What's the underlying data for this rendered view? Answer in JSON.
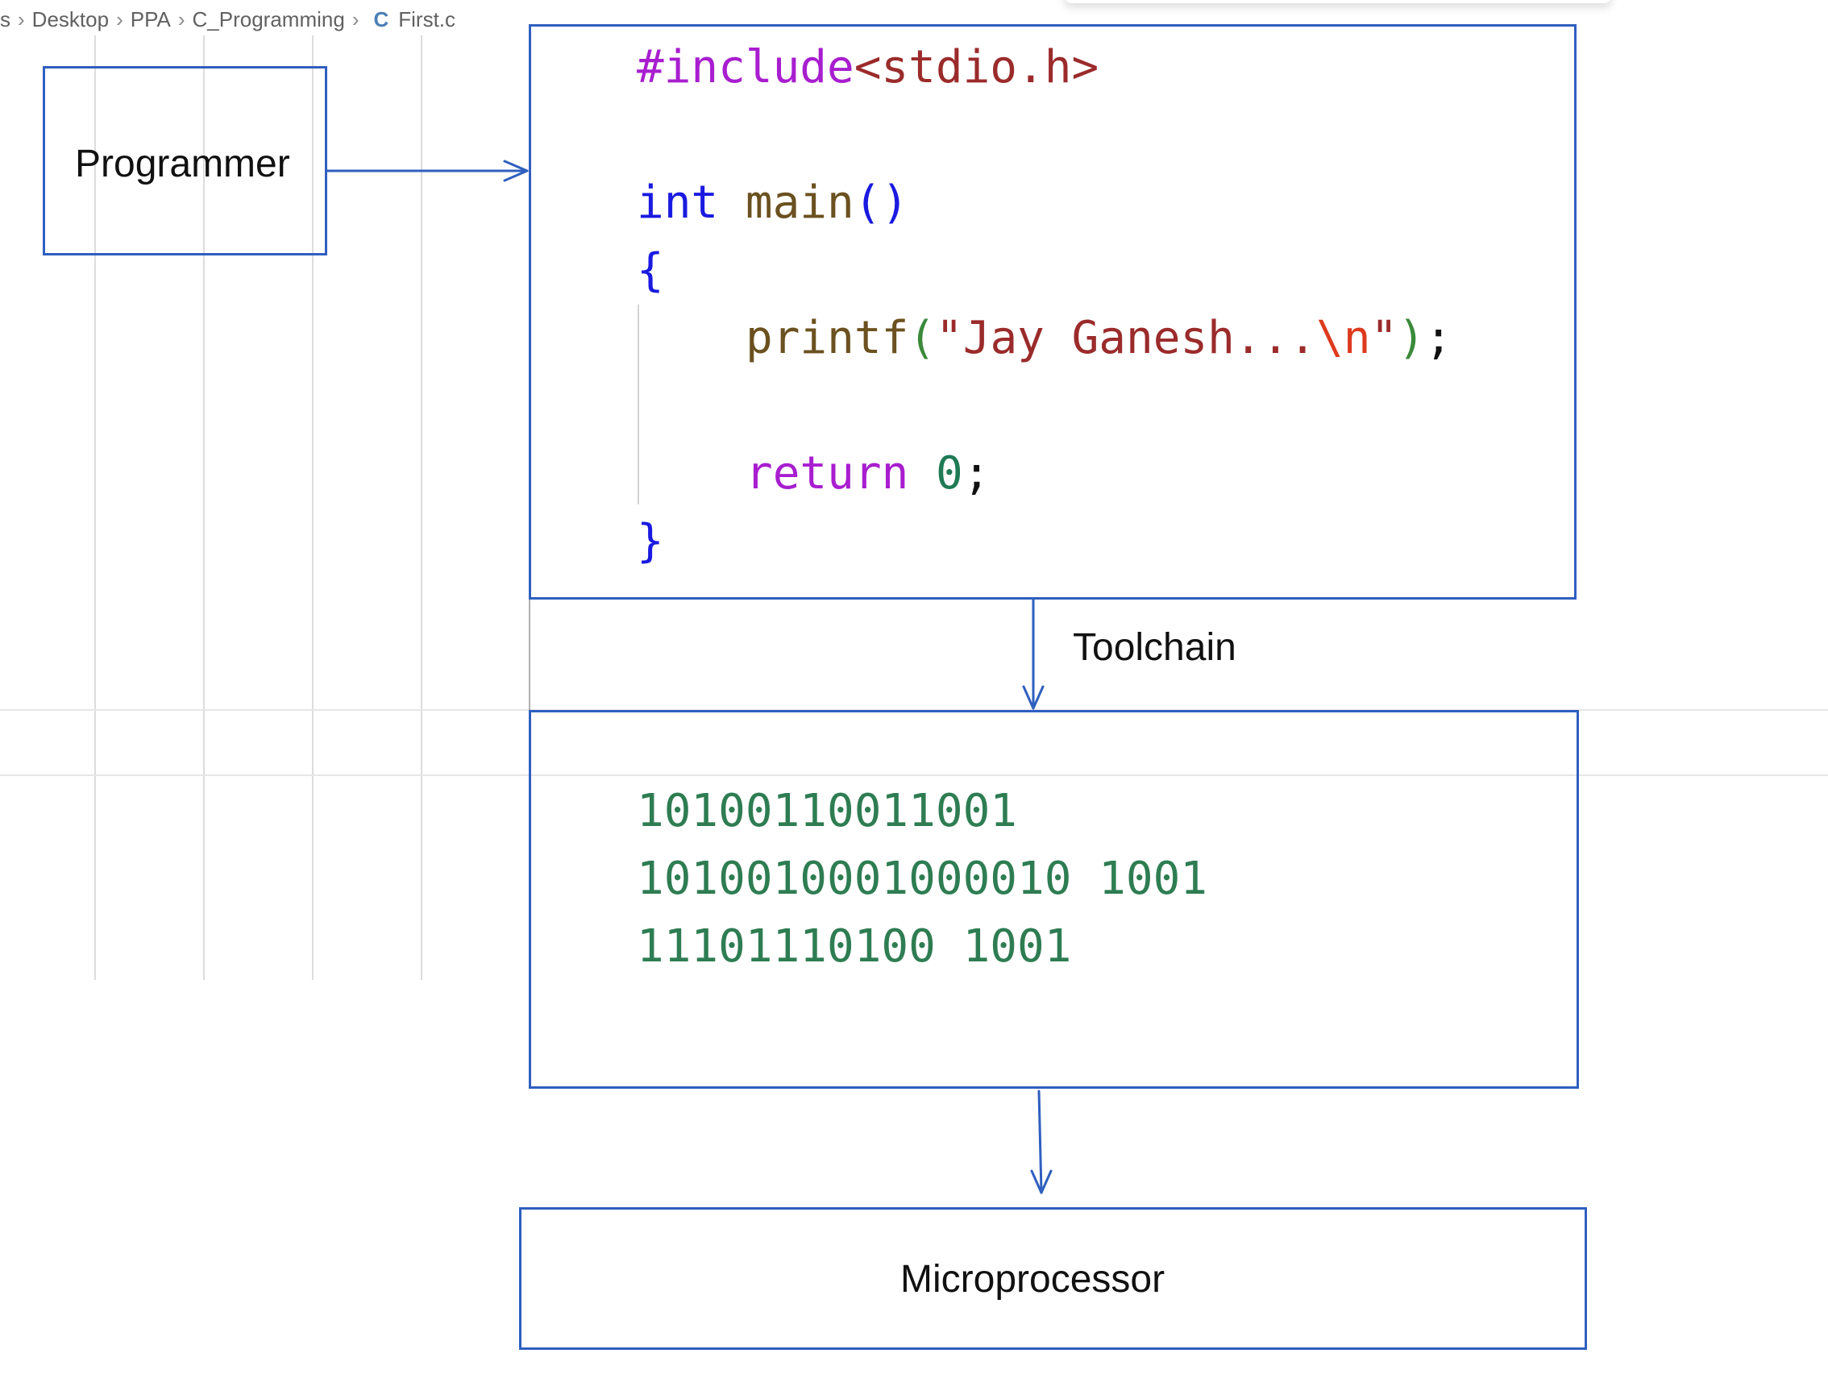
{
  "breadcrumb": {
    "items": [
      "s",
      "Desktop",
      "PPA",
      "C_Programming"
    ],
    "file_icon": "C",
    "file_name": "First.c"
  },
  "colors": {
    "box_border": "#2f5fbf",
    "arrow": "#2f5fbf",
    "binary": "#2e7d52"
  },
  "diagram": {
    "programmer_label": "Programmer",
    "toolchain_label": "Toolchain",
    "microprocessor_label": "Microprocessor"
  },
  "code": {
    "include_directive": "#include",
    "include_header": "<stdio.h>",
    "type_keyword": "int",
    "function_name": "main",
    "open_paren": "(",
    "close_paren": ")",
    "open_brace": "{",
    "printf_name": "printf",
    "printf_open_paren": "(",
    "printf_string": "\"Jay Ganesh...",
    "printf_escape": "\\n",
    "printf_string_end": "\"",
    "printf_close_paren": ")",
    "semicolon": ";",
    "return_keyword": "return",
    "return_value": "0",
    "close_brace": "}"
  },
  "binary": {
    "lines": [
      "10100110011001",
      "1010010001000010 1001",
      "11101110100 1001"
    ]
  }
}
